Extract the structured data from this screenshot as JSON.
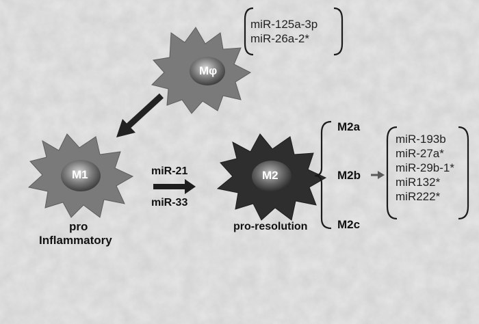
{
  "macrophage": {
    "label": "Mφ",
    "mirnas": [
      "miR-125a-3p",
      "miR-26a-2*"
    ]
  },
  "m1": {
    "label": "M1",
    "caption_line1": "pro",
    "caption_line2": "Inflammatory"
  },
  "m2": {
    "label": "M2",
    "caption": "pro-resolution"
  },
  "transition": {
    "top_label": "miR-21",
    "bottom_label": "miR-33"
  },
  "subtypes": [
    "M2a",
    "M2b",
    "M2c"
  ],
  "m2b_mirnas": [
    "miR-193b",
    "miR-27a*",
    "miR-29b-1*",
    "miR132*",
    "miR222*"
  ],
  "colors": {
    "background": "#cfcfcf",
    "cell_light": "#7a7a7a",
    "cell_dark": "#2e2e2e",
    "nucleus": "#5a5a5a",
    "arrow": "#2a2a2a",
    "bracket": "#1a1a1a"
  }
}
